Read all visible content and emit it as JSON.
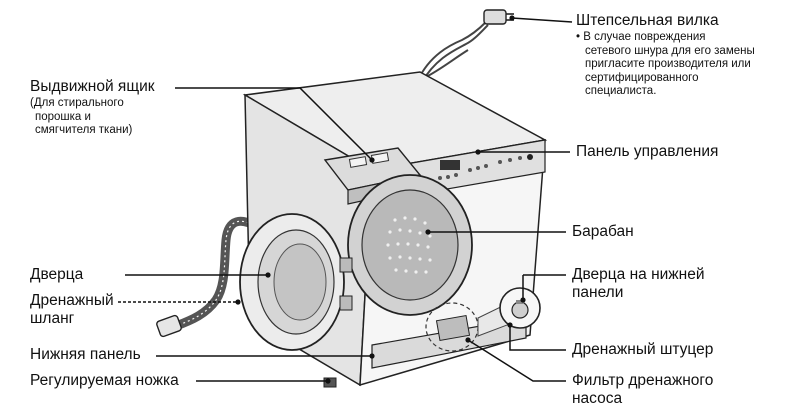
{
  "labels": {
    "plug": "Штепсельная вилка",
    "plug_note": [
      "• В случае повреждения",
      "сетевого шнура для его замены",
      "пригласите производителя или",
      "сертифицированного",
      "специалиста."
    ],
    "drawer": "Выдвижной ящик",
    "drawer_note": [
      "(Для стирального",
      "порошка и",
      "смягчителя ткани)"
    ],
    "control_panel": "Панель управления",
    "drum": "Барабан",
    "door": "Дверца",
    "drain_hose": [
      "Дренажный",
      "шланг"
    ],
    "lower_door": [
      "Дверца на нижней",
      "панели"
    ],
    "lower_panel": "Нижняя панель",
    "drain_nozzle": "Дренажный штуцер",
    "adjustable_foot": "Регулируемая ножка",
    "pump_filter": [
      "Фильтр дренажного",
      "насоса"
    ]
  },
  "colors": {
    "line": "#111111",
    "body": "#f2f2f2",
    "shade": "#cfcfcf",
    "dark": "#8a8a8a"
  }
}
